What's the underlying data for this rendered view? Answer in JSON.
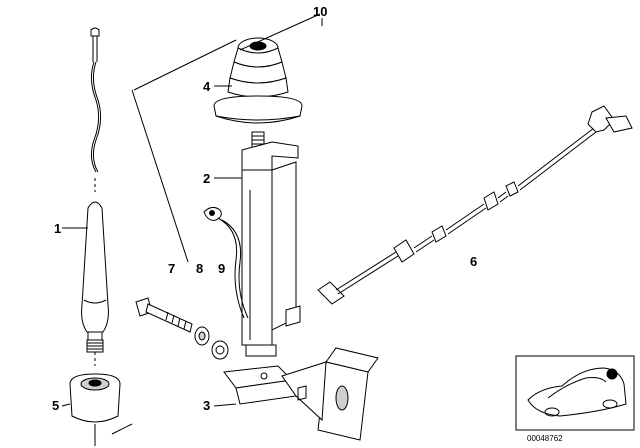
{
  "diagram": {
    "callouts": {
      "c1": "1",
      "c2": "2",
      "c3": "3",
      "c4": "4",
      "c5": "5",
      "c6": "6",
      "c7": "7",
      "c8": "8",
      "c9": "9",
      "c10": "10"
    },
    "catalog_number": "00048762"
  }
}
